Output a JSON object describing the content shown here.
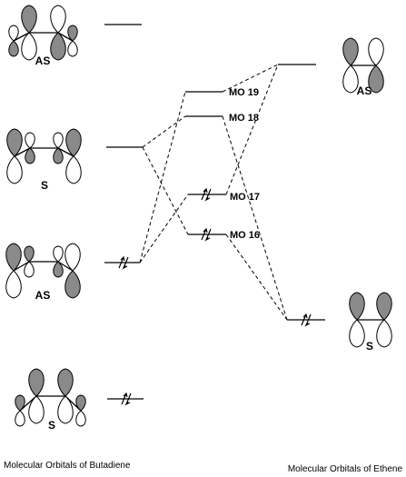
{
  "butadiene": {
    "caption": "Molecular Orbitals of Butadiene",
    "orbitals": [
      {
        "symmetry": "AS",
        "electrons": 0
      },
      {
        "symmetry": "S",
        "electrons": 0
      },
      {
        "symmetry": "AS",
        "electrons": 2
      },
      {
        "symmetry": "S",
        "electrons": 2
      }
    ]
  },
  "ethene": {
    "caption": "Molecular Orbitals of Ethene",
    "orbitals": [
      {
        "symmetry": "AS",
        "electrons": 0
      },
      {
        "symmetry": "S",
        "electrons": 2
      }
    ]
  },
  "product": {
    "orbitals": [
      {
        "label": "MO 19",
        "electrons": 0
      },
      {
        "label": "MO 18",
        "electrons": 0
      },
      {
        "label": "MO 17",
        "electrons": 2
      },
      {
        "label": "MO 16",
        "electrons": 2
      }
    ]
  },
  "colors": {
    "shaded_lobe": "#8a8a8a",
    "line": "#000000"
  }
}
